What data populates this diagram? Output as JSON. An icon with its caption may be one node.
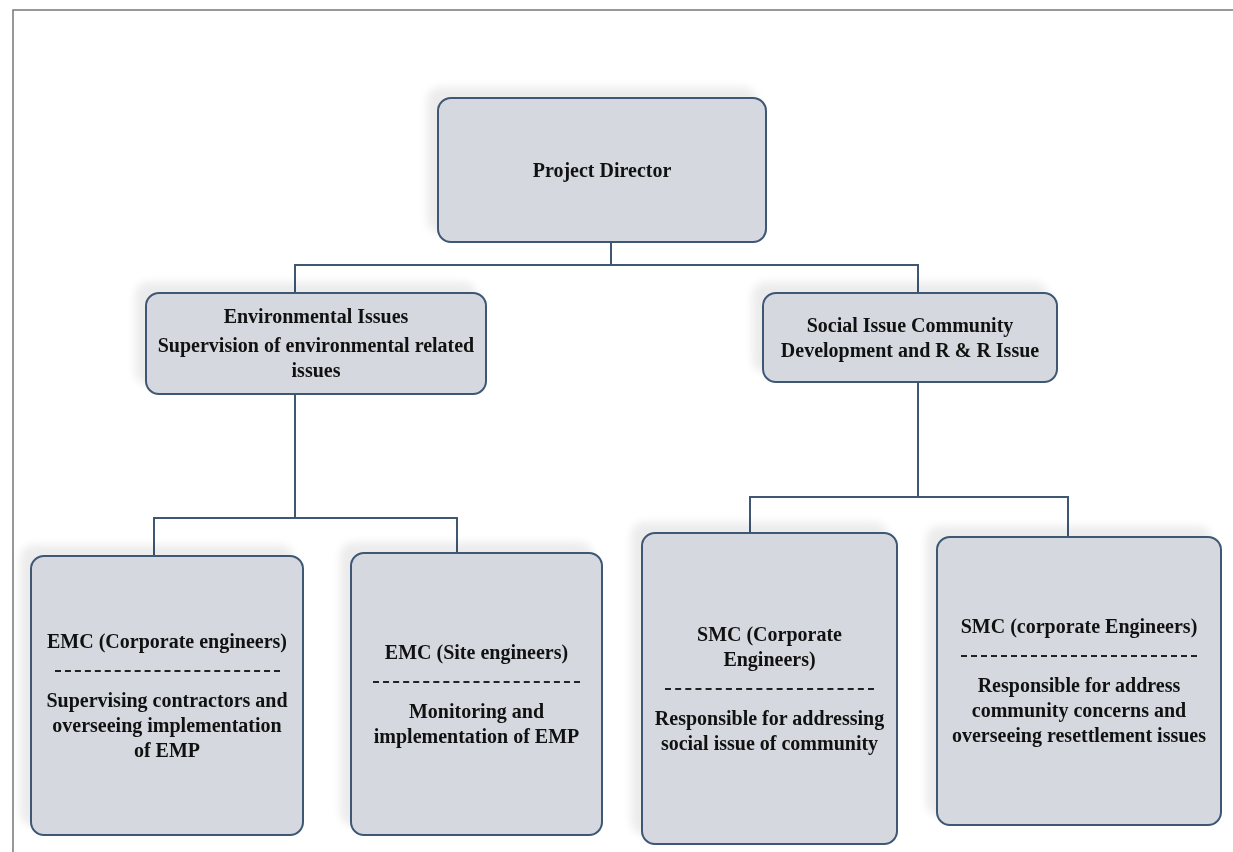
{
  "diagram": {
    "nodes": [
      {
        "text": [
          "Project Director"
        ]
      },
      {
        "text": [
          "Environmental Issues",
          "Supervision of environmental related issues"
        ]
      },
      {
        "text": [
          "Social Issue Community Development and R & R Issue"
        ]
      },
      {
        "text": [
          "EMC (Corporate engineers)",
          "Supervising contractors and overseeing implementation of EMP"
        ]
      },
      {
        "text": [
          "EMC (Site engineers)",
          "Monitoring and implementation of EMP"
        ]
      },
      {
        "text": [
          "SMC (Corporate Engineers)",
          "Responsible for addressing social issue of community"
        ]
      },
      {
        "text": [
          "SMC (corporate Engineers)",
          "Responsible for address community concerns and overseeing resettlement issues"
        ]
      }
    ],
    "edges": [
      {
        "from": 0,
        "to": 1,
        "arrow": "none"
      },
      {
        "from": 0,
        "to": 2,
        "arrow": "none"
      },
      {
        "from": 1,
        "to": 3,
        "arrow": "none"
      },
      {
        "from": 1,
        "to": 4,
        "arrow": "none"
      },
      {
        "from": 2,
        "to": 5,
        "arrow": "none"
      },
      {
        "from": 2,
        "to": 6,
        "arrow": "none"
      }
    ]
  }
}
